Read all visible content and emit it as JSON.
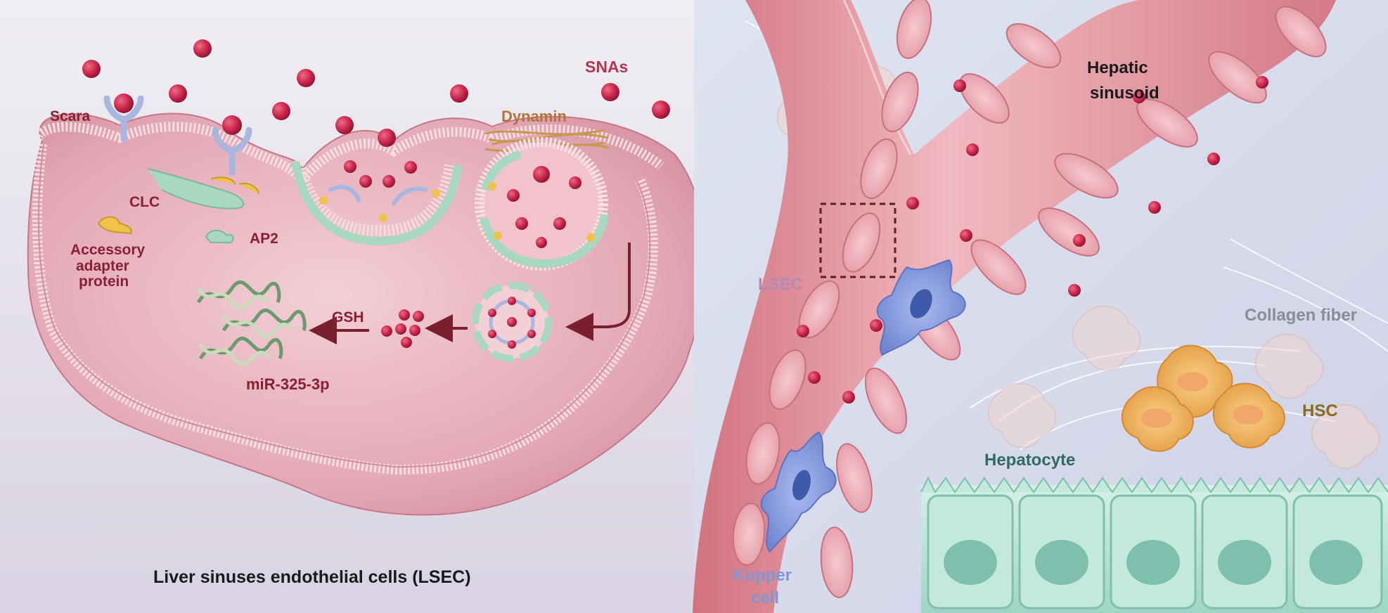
{
  "colors": {
    "label_dark_red": "#8a1f32",
    "label_snas": "#b3344f",
    "label_dynamin": "#b5733a",
    "label_lsec": "#b389b5",
    "label_collagen": "#8b8b99",
    "label_hsc": "#8a6a1f",
    "label_hepatocyte": "#2f6b63",
    "label_kupper": "#7f96d6",
    "label_black": "#1a1a1a"
  },
  "left_panel": {
    "snas_label": "SNAs",
    "dynamin_label": "Dynamin",
    "scara_label": "Scara",
    "clc_label": "CLC",
    "ap2_label": "AP2",
    "accessory_label": [
      "Accessory",
      "adapter",
      "protein"
    ],
    "gsh_label": "GSH",
    "mirna_label": "miR-325-3p",
    "caption": "Liver sinuses endothelial cells (LSEC)"
  },
  "right_panel": {
    "sinusoid_label": [
      "Hepatic",
      "sinusoid"
    ],
    "lsec_label": "LSEC",
    "collagen_label": "Collagen fiber",
    "hsc_label": "HSC",
    "hepatocyte_label": "Hepatocyte",
    "kupper_label": [
      "Kupper",
      "cell"
    ]
  },
  "icons": [
    "scavenger-receptor-icon",
    "nanoparticle-icon",
    "clathrin-icon",
    "dna-helix-icon",
    "cell-icon"
  ]
}
